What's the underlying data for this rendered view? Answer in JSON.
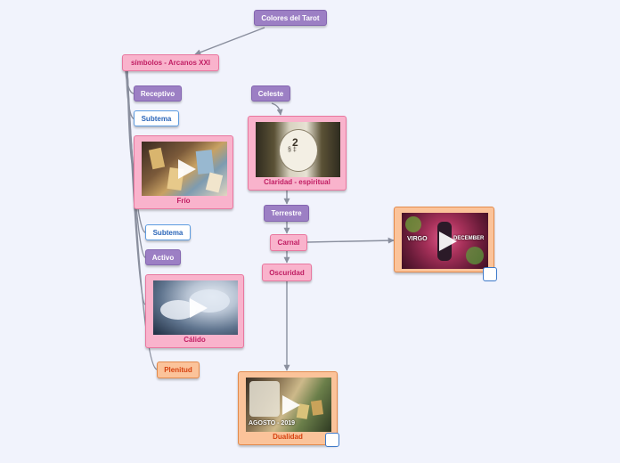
{
  "title": "Colores del Tarot",
  "nodes": {
    "simbolos": "símbolos - Arcanos XXI",
    "receptivo": "Receptivo",
    "subtema_1": "Subtema",
    "frio": "Frío",
    "subtema_2": "Subtema",
    "activo": "Activo",
    "calido": "Cálido",
    "plenitud": "Plenitud",
    "celeste": "Celeste",
    "claridad": "Claridad - espiritual",
    "terrestre": "Terrestre",
    "carnal": "Carnal",
    "oscuridad": "Oscuridad",
    "dualidad": "Dualidad"
  },
  "thumbnails": {
    "virgo_left": "VIRGO",
    "virgo_right": "DECEMBER",
    "agosto": "AGOSTO - 2019"
  },
  "colors": {
    "background": "#f1f3fc",
    "main_topic": "#9c7fc4",
    "pink_topic": "#f9b3cc",
    "pink_text": "#c01e63",
    "orange_topic": "#fbc39a",
    "subtopic_border": "#5d9ce0",
    "connector": "#8a8f9e"
  }
}
